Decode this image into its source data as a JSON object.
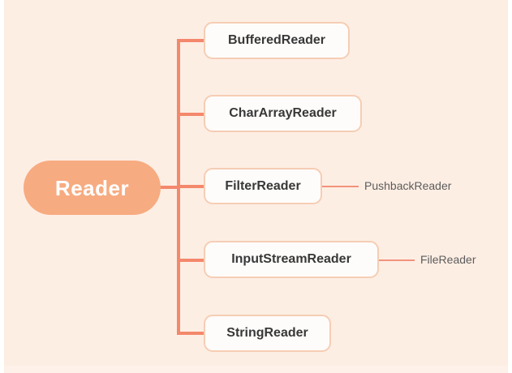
{
  "diagram": {
    "title": "Reader",
    "background_color": "#fdeee4",
    "line_color": "#f4886c",
    "root": {
      "label": "Reader",
      "fill_color": "#f7ab80",
      "text_color": "#ffffff",
      "shape": "rounded-pill"
    },
    "children": [
      {
        "label": "BufferedReader",
        "box_fill": "#fefcfa",
        "box_border": "#f6cdb4",
        "children": []
      },
      {
        "label": "CharArrayReader",
        "box_fill": "#fefcfa",
        "box_border": "#f6cdb4",
        "children": []
      },
      {
        "label": "FilterReader",
        "box_fill": "#fefcfa",
        "box_border": "#f6cdb4",
        "children": [
          {
            "label": "PushbackReader",
            "text_color": "#5c5c5c"
          }
        ]
      },
      {
        "label": "InputStreamReader",
        "box_fill": "#fefcfa",
        "box_border": "#f6cdb4",
        "children": [
          {
            "label": "FileReader",
            "text_color": "#5c5c5c"
          }
        ]
      },
      {
        "label": "StringReader",
        "box_fill": "#fefcfa",
        "box_border": "#f6cdb4",
        "children": []
      }
    ],
    "watermark": ""
  }
}
